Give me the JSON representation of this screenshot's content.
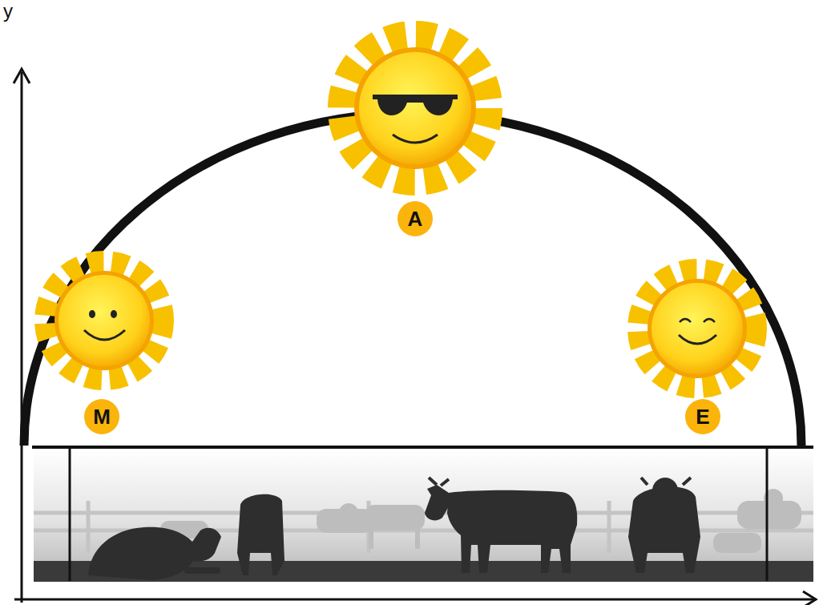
{
  "diagram": {
    "nodes": [
      {
        "text": [
          "M"
        ]
      },
      {
        "text": [
          "A"
        ]
      },
      {
        "text": [
          "E"
        ]
      }
    ],
    "labels": [
      "y"
    ]
  }
}
